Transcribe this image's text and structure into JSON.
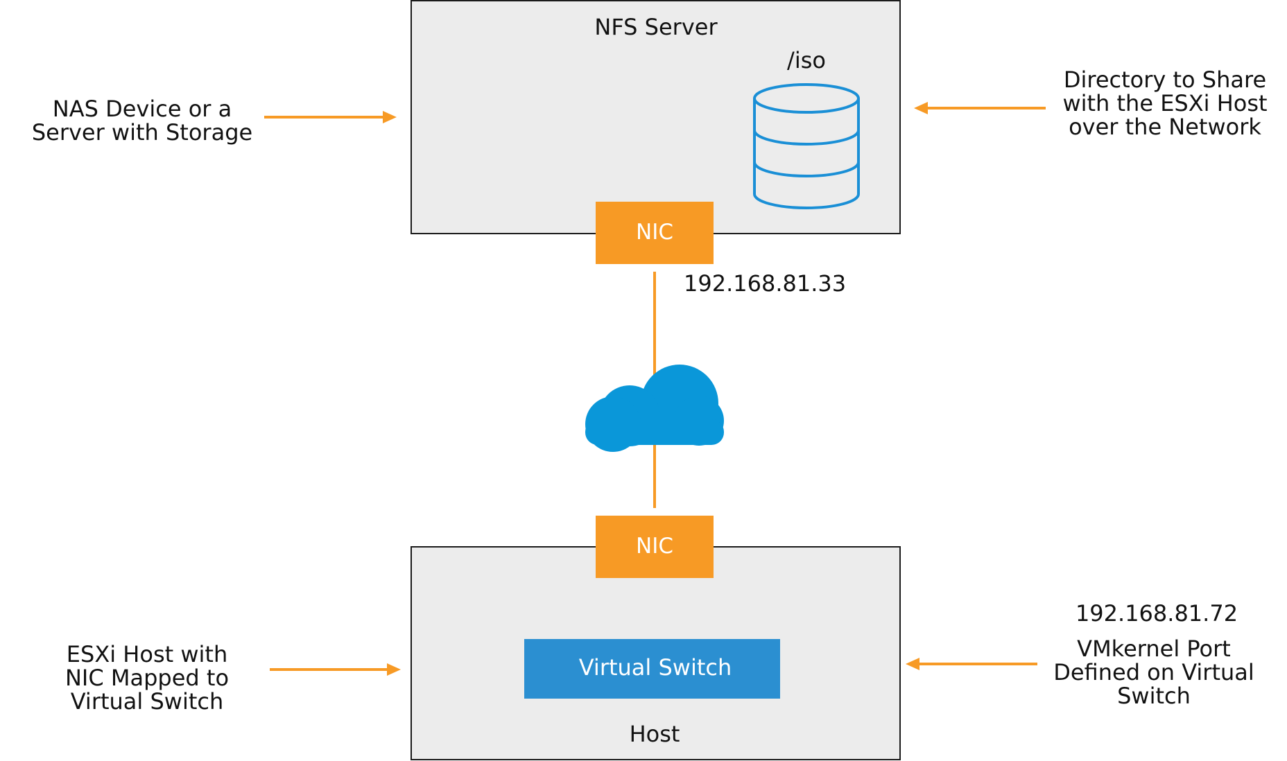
{
  "nfs_server": {
    "title": "NFS Server",
    "share_path": "/iso",
    "nic_label": "NIC",
    "ip": "192.168.81.33"
  },
  "host": {
    "title": "Host",
    "nic_label": "NIC",
    "virtual_switch_label": "Virtual Switch",
    "ip": "192.168.81.72"
  },
  "annotations": {
    "nas_device": [
      "NAS Device or a",
      "Server with Storage"
    ],
    "directory_share": [
      "Directory to Share",
      "with the ESXi Host",
      "over the Network"
    ],
    "esxi_host": [
      "ESXi Host with",
      "NIC Mapped to",
      "Virtual Switch"
    ],
    "vmkernel_port": [
      "VMkernel Port",
      "Defined on Virtual",
      "Switch"
    ]
  },
  "colors": {
    "accent_orange": "#f79a25",
    "switch_blue": "#2b8fd1",
    "cloud_blue": "#0a97d9",
    "box_gray": "#ececec"
  },
  "icons": {
    "storage": "database-icon",
    "network": "cloud-icon"
  }
}
